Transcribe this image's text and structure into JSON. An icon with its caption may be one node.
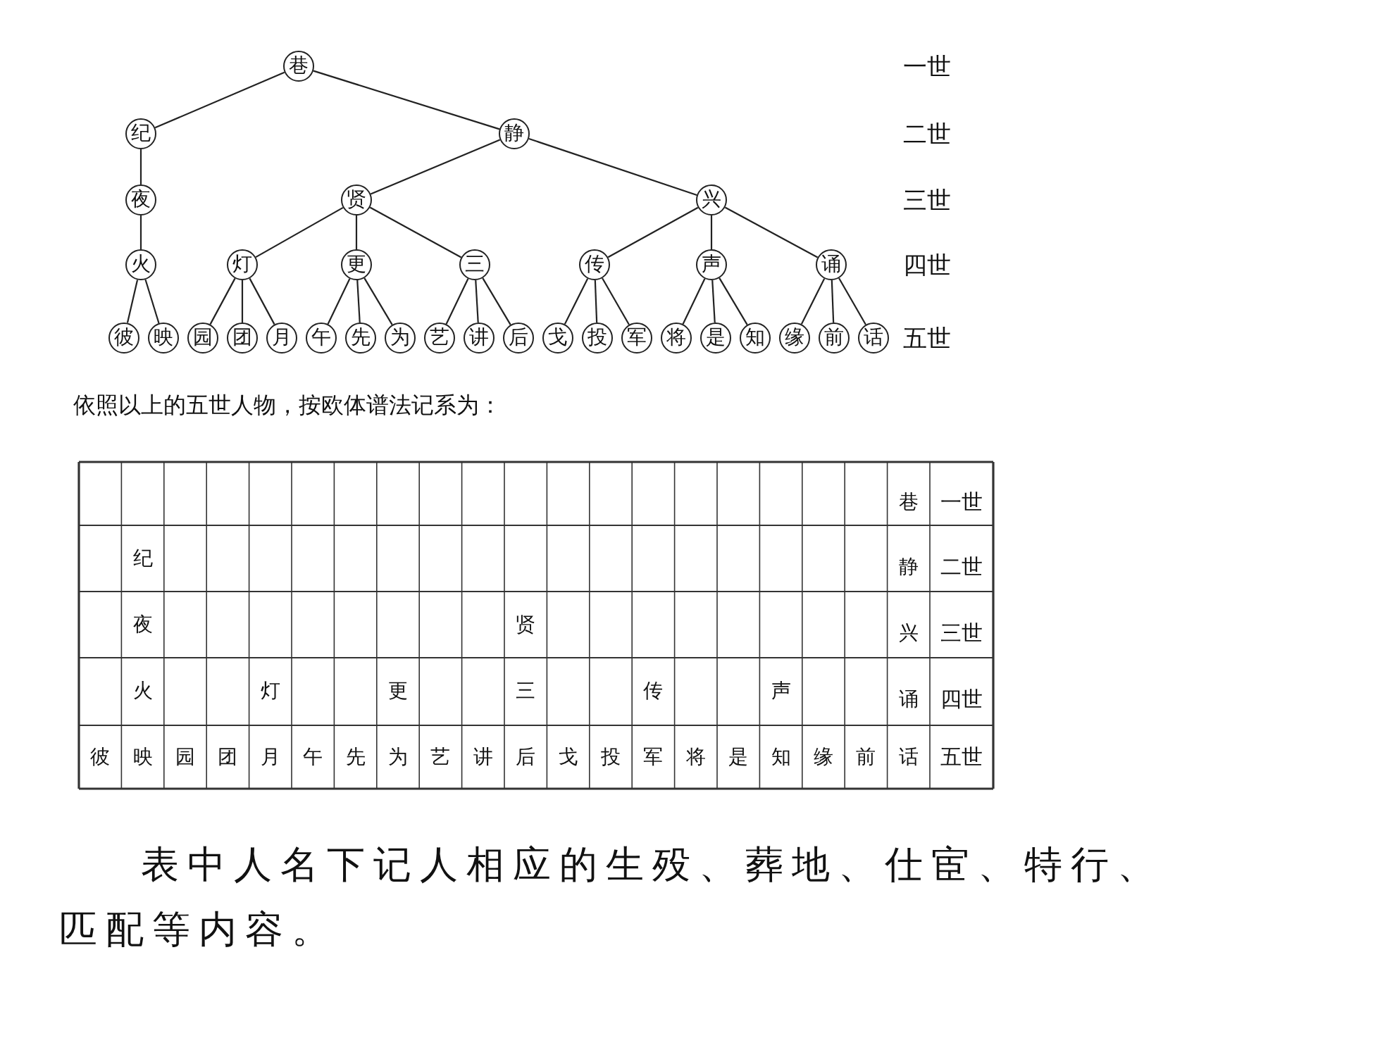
{
  "diagram": {
    "nodes": [
      {
        "text": [
          "巷"
        ]
      },
      {
        "text": [
          "纪"
        ]
      },
      {
        "text": [
          "静"
        ]
      },
      {
        "text": [
          "夜"
        ]
      },
      {
        "text": [
          "贤"
        ]
      },
      {
        "text": [
          "兴"
        ]
      },
      {
        "text": [
          "火"
        ]
      },
      {
        "text": [
          "灯"
        ]
      },
      {
        "text": [
          "更"
        ]
      },
      {
        "text": [
          "三"
        ]
      },
      {
        "text": [
          "传"
        ]
      },
      {
        "text": [
          "声"
        ]
      },
      {
        "text": [
          "诵"
        ]
      },
      {
        "text": [
          "彼"
        ]
      },
      {
        "text": [
          "映"
        ]
      },
      {
        "text": [
          "园"
        ]
      },
      {
        "text": [
          "团"
        ]
      },
      {
        "text": [
          "月"
        ]
      },
      {
        "text": [
          "午"
        ]
      },
      {
        "text": [
          "先"
        ]
      },
      {
        "text": [
          "为"
        ]
      },
      {
        "text": [
          "艺"
        ]
      },
      {
        "text": [
          "讲"
        ]
      },
      {
        "text": [
          "后"
        ]
      },
      {
        "text": [
          "戈"
        ]
      },
      {
        "text": [
          "投"
        ]
      },
      {
        "text": [
          "军"
        ]
      },
      {
        "text": [
          "将"
        ]
      },
      {
        "text": [
          "是"
        ]
      },
      {
        "text": [
          "知"
        ]
      },
      {
        "text": [
          "缘"
        ]
      },
      {
        "text": [
          "前"
        ]
      },
      {
        "text": [
          "话"
        ]
      }
    ],
    "edges": [
      {
        "from": 0,
        "to": 1,
        "arrow": "none"
      },
      {
        "from": 0,
        "to": 2,
        "arrow": "none"
      },
      {
        "from": 1,
        "to": 3,
        "arrow": "none"
      },
      {
        "from": 2,
        "to": 4,
        "arrow": "none"
      },
      {
        "from": 2,
        "to": 5,
        "arrow": "none"
      },
      {
        "from": 3,
        "to": 6,
        "arrow": "none"
      },
      {
        "from": 4,
        "to": 7,
        "arrow": "none"
      },
      {
        "from": 4,
        "to": 8,
        "arrow": "none"
      },
      {
        "from": 4,
        "to": 9,
        "arrow": "none"
      },
      {
        "from": 5,
        "to": 10,
        "arrow": "none"
      },
      {
        "from": 5,
        "to": 11,
        "arrow": "none"
      },
      {
        "from": 5,
        "to": 12,
        "arrow": "none"
      },
      {
        "from": 6,
        "to": 13,
        "arrow": "none"
      },
      {
        "from": 6,
        "to": 14,
        "arrow": "none"
      },
      {
        "from": 7,
        "to": 15,
        "arrow": "none"
      },
      {
        "from": 7,
        "to": 16,
        "arrow": "none"
      },
      {
        "from": 7,
        "to": 17,
        "arrow": "none"
      },
      {
        "from": 8,
        "to": 18,
        "arrow": "none"
      },
      {
        "from": 8,
        "to": 19,
        "arrow": "none"
      },
      {
        "from": 8,
        "to": 20,
        "arrow": "none"
      },
      {
        "from": 9,
        "to": 21,
        "arrow": "none"
      },
      {
        "from": 9,
        "to": 22,
        "arrow": "none"
      },
      {
        "from": 9,
        "to": 23,
        "arrow": "none"
      },
      {
        "from": 10,
        "to": 24,
        "arrow": "none"
      },
      {
        "from": 10,
        "to": 25,
        "arrow": "none"
      },
      {
        "from": 10,
        "to": 26,
        "arrow": "none"
      },
      {
        "from": 11,
        "to": 27,
        "arrow": "none"
      },
      {
        "from": 11,
        "to": 28,
        "arrow": "none"
      },
      {
        "from": 11,
        "to": 29,
        "arrow": "none"
      },
      {
        "from": 12,
        "to": 30,
        "arrow": "none"
      },
      {
        "from": 12,
        "to": 31,
        "arrow": "none"
      },
      {
        "from": 12,
        "to": 32,
        "arrow": "none"
      }
    ],
    "labels": [
      "一世",
      "二世",
      "三世",
      "四世",
      "五世",
      "依照以上的五世人物，按欧体谱法记系为：",
      "巷",
      "一世",
      "纪",
      "静",
      "二世",
      "夜",
      "贤",
      "兴",
      "三世",
      "火",
      "灯",
      "更",
      "三",
      "传",
      "声",
      "诵",
      "四世",
      "彼",
      "映",
      "园",
      "团",
      "月",
      "午",
      "先",
      "为",
      "艺",
      "讲",
      "后",
      "戈",
      "投",
      "军",
      "将",
      "是",
      "知",
      "缘",
      "前",
      "话",
      "五世",
      "表中人名下记人相应的生殁、葬地、仕宦、特行、匹配等内容。"
    ]
  }
}
